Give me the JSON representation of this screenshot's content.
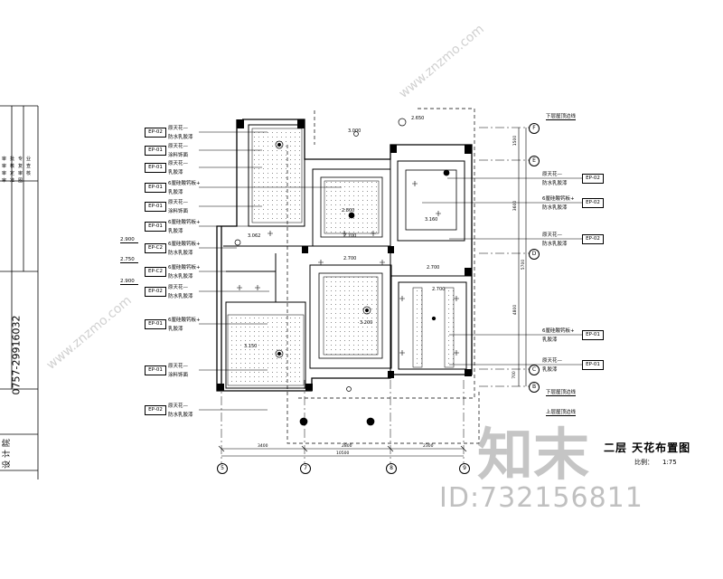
{
  "drawing": {
    "title": "二层 天花布置图",
    "scale_label": "比例：",
    "scale_value": "1:75",
    "phone": "0757-29916032",
    "designer_label": "设 计 院",
    "watermark_main": "知末",
    "watermark_id": "ID:732156811",
    "watermark_site": "www.znzmo.com"
  },
  "left_tags": [
    {
      "code": "EP-02",
      "text1": "原天花—",
      "text2": "防水乳胶漆"
    },
    {
      "code": "EP-01",
      "text1": "原天花—",
      "text2": "涂料饰面"
    },
    {
      "code": "EP-01",
      "text1": "原天花—",
      "text2": "乳胶漆"
    },
    {
      "code": "EP-01",
      "text1": "6厘硅酸钙板+",
      "text2": "乳胶漆"
    },
    {
      "code": "EP-01",
      "text1": "原天花—",
      "text2": "涂料饰面"
    },
    {
      "code": "EP-01",
      "text1": "6厘硅酸钙板+",
      "text2": "乳胶漆"
    },
    {
      "code": "EP-C2",
      "text1": "6厘硅酸钙板+",
      "text2": "防水乳胶漆"
    },
    {
      "code": "EP-C2",
      "text1": "6厘硅酸钙板+",
      "text2": "防水乳胶漆"
    },
    {
      "code": "EP-02",
      "text1": "原天花—",
      "text2": "防水乳胶漆"
    },
    {
      "code": "EP-01",
      "text1": "6厘硅酸钙板+",
      "text2": "乳胶漆"
    },
    {
      "code": "EP-01",
      "text1": "原天花—",
      "text2": "涂料饰面"
    },
    {
      "code": "EP-02",
      "text1": "原天花—",
      "text2": "防水乳胶漆"
    }
  ],
  "right_tags": [
    {
      "code": "EP-02",
      "text1": "原天花—",
      "text2": "防水乳胶漆"
    },
    {
      "code": "EP-02",
      "text1": "6厘硅酸钙板+",
      "text2": "防水乳胶漆"
    },
    {
      "code": "EP-02",
      "text1": "原天花—",
      "text2": "防水乳胶漆"
    },
    {
      "code": "EP-01",
      "text1": "6厘硅酸钙板+",
      "text2": "乳胶漆"
    },
    {
      "code": "EP-01",
      "text1": "原天花—",
      "text2": "乳胶漆"
    }
  ],
  "level_marks": [
    "2.900",
    "2.750",
    "2.900"
  ],
  "room_levels": [
    "3.000",
    "2.800",
    "3.160",
    "3.062",
    "2.700",
    "2.700",
    "2.700",
    "2.700",
    "3.200",
    "3.150",
    "2.650"
  ],
  "grid_axes_top": [
    "F",
    "E",
    "D",
    "C",
    "B"
  ],
  "grid_axes_bottom": [
    "5",
    "7",
    "8",
    "9"
  ],
  "dims_bottom": [
    "3400",
    "2800",
    "2300",
    "10500"
  ],
  "dims_right": [
    "1500",
    "3600",
    "5700",
    "4800",
    "700"
  ],
  "notes_right": [
    "下层屋顶边线",
    "下层屋顶边线",
    "上层屋顶边线"
  ],
  "title_block": [
    "审",
    "审",
    "审",
    "审",
    "批",
    "核",
    "定",
    "准",
    "专",
    "复",
    "审",
    "图",
    "业",
    "查",
    "核"
  ]
}
